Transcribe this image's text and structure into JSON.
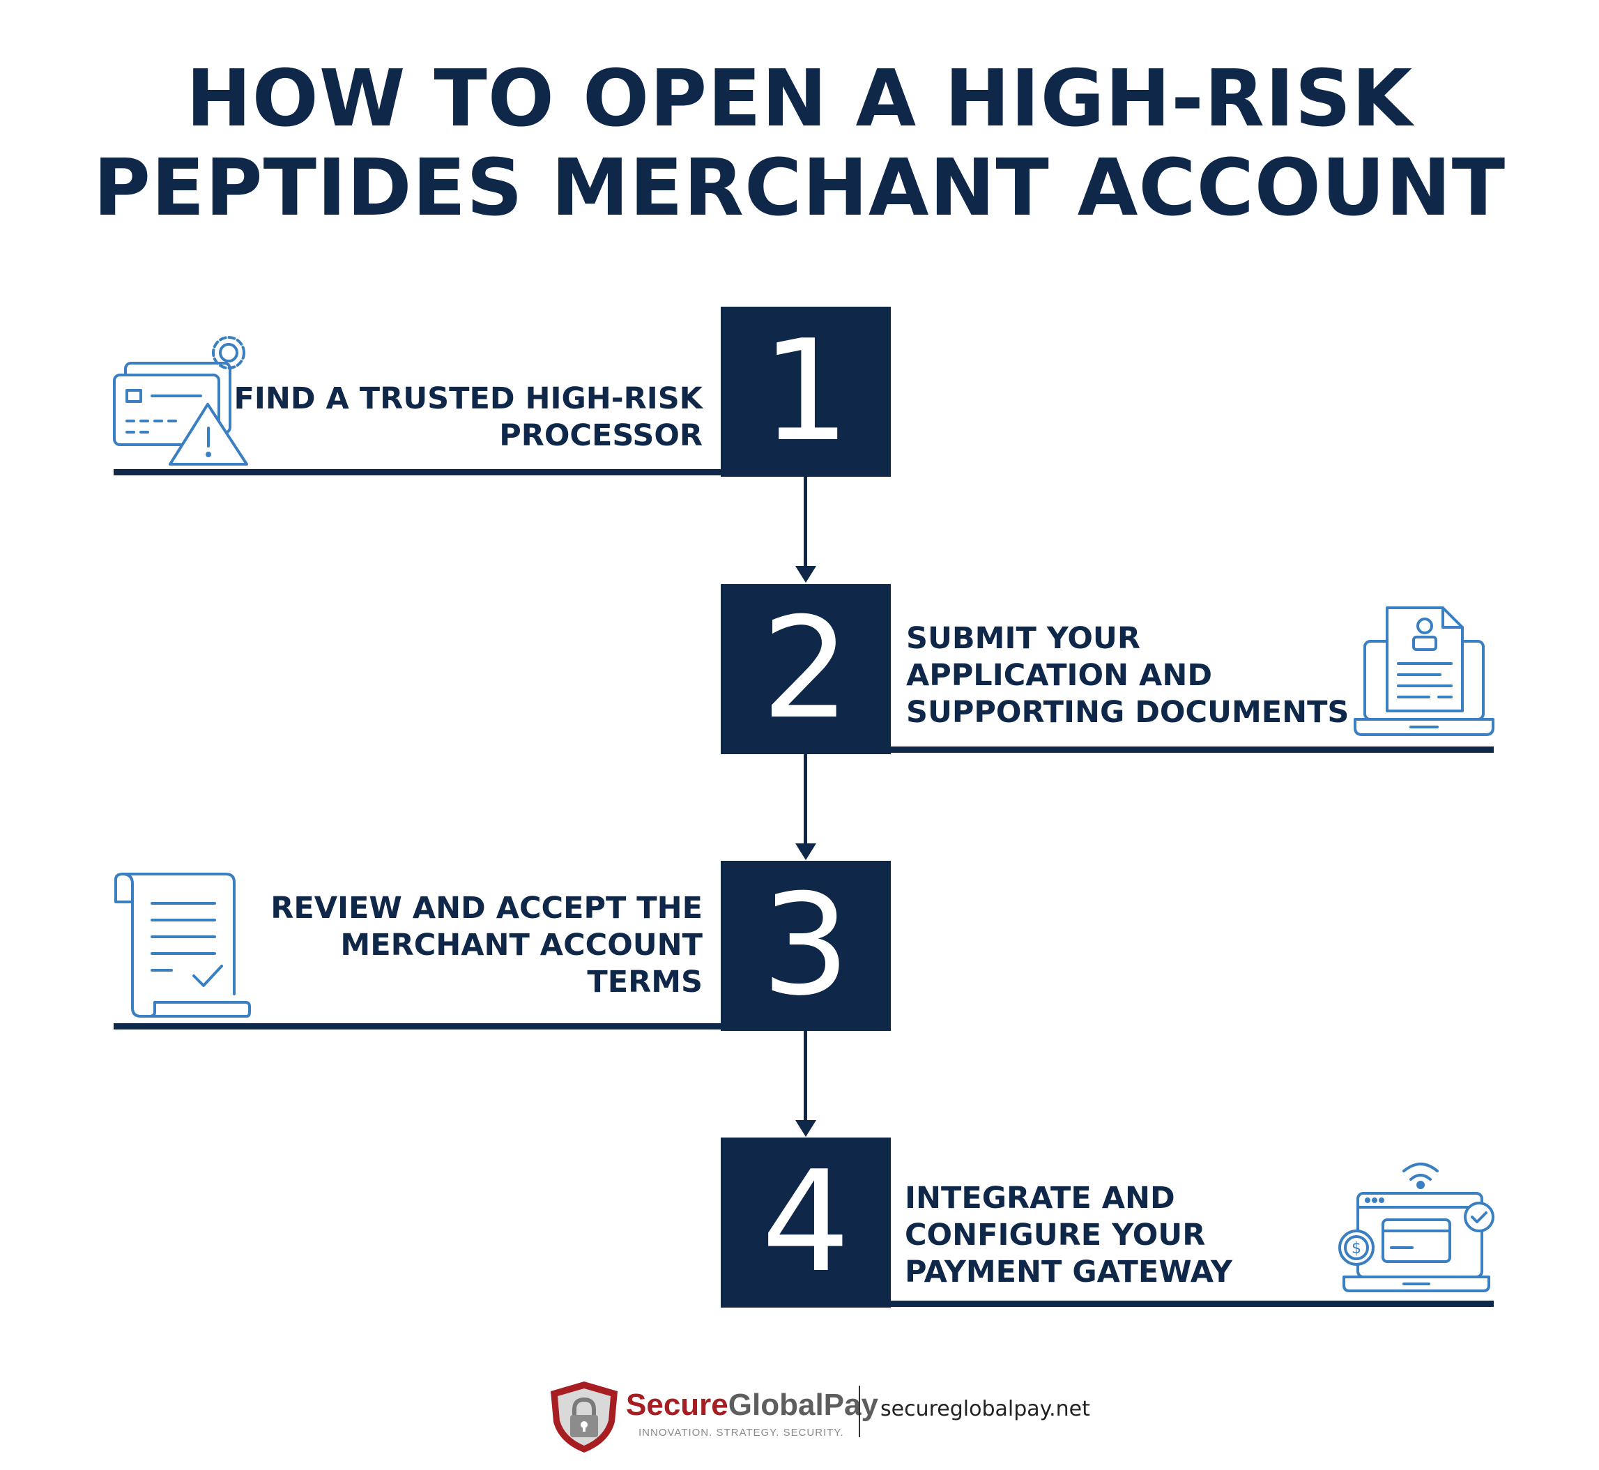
{
  "title": {
    "line1": "HOW TO OPEN A HIGH-RISK",
    "line2": "PEPTIDES MERCHANT ACCOUNT"
  },
  "steps": [
    {
      "number": "1",
      "lines": [
        "FIND A TRUSTED HIGH-RISK",
        "PROCESSOR"
      ],
      "icon": "credit-card-warning-icon"
    },
    {
      "number": "2",
      "lines": [
        "SUBMIT YOUR",
        "APPLICATION AND",
        "SUPPORTING DOCUMENTS"
      ],
      "icon": "laptop-document-icon"
    },
    {
      "number": "3",
      "lines": [
        "REVIEW AND ACCEPT THE",
        "MERCHANT ACCOUNT",
        "TERMS"
      ],
      "icon": "contract-scroll-icon"
    },
    {
      "number": "4",
      "lines": [
        "INTEGRATE AND",
        "CONFIGURE YOUR",
        "PAYMENT GATEWAY"
      ],
      "icon": "laptop-payment-icon"
    }
  ],
  "footer": {
    "brand_secure": "Secure",
    "brand_globalpay": "GlobalPay",
    "tagline": "INNOVATION. STRATEGY. SECURITY.",
    "website": "secureglobalpay.net",
    "logo_icon": "shield-lock-icon"
  },
  "colors": {
    "navy": "#0f2748",
    "icon_blue": "#3a7fc2",
    "brand_red": "#a61e22"
  }
}
